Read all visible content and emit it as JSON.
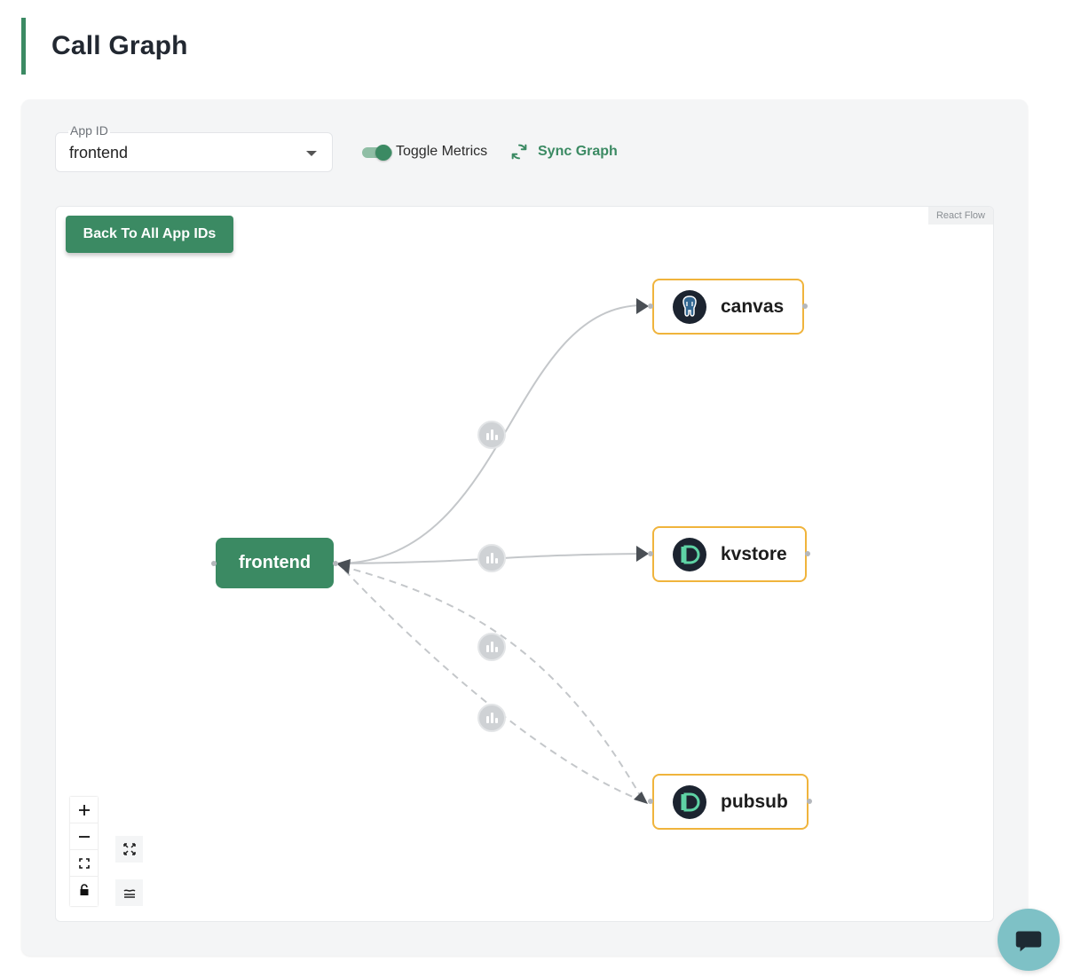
{
  "page": {
    "title": "Call Graph"
  },
  "app_id": {
    "label": "App ID",
    "value": "frontend"
  },
  "toggle_metrics": {
    "label": "Toggle Metrics",
    "on": true
  },
  "sync_graph": {
    "label": "Sync Graph"
  },
  "graph": {
    "attribution": "React Flow",
    "back_button": "Back To All App IDs",
    "nodes": {
      "frontend": {
        "label": "frontend"
      },
      "canvas": {
        "label": "canvas",
        "icon": "postgresql-icon"
      },
      "kvstore": {
        "label": "kvstore",
        "icon": "dapr-component-icon"
      },
      "pubsub": {
        "label": "pubsub",
        "icon": "dapr-component-icon"
      }
    },
    "edges": [
      {
        "from": "frontend",
        "to": "canvas",
        "style": "solid"
      },
      {
        "from": "frontend",
        "to": "kvstore",
        "style": "solid"
      },
      {
        "from": "frontend",
        "to": "pubsub",
        "style": "dashed"
      },
      {
        "from": "pubsub",
        "to": "frontend",
        "style": "dashed"
      }
    ],
    "controls": [
      "zoom-in-icon",
      "zoom-out-icon",
      "fit-view-icon",
      "lock-icon",
      "fullscreen-icon",
      "layout-icon"
    ]
  },
  "colors": {
    "brand": "#3b8a63",
    "node_border": "#f0b43c",
    "chat": "#7ec1c6"
  }
}
